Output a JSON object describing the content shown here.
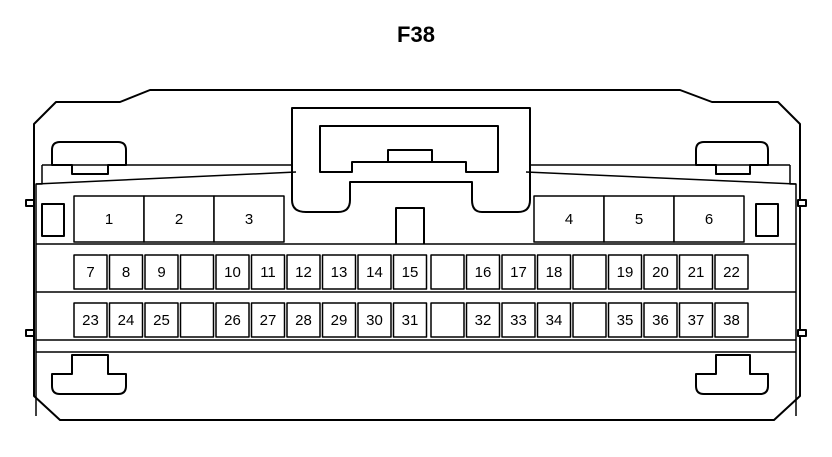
{
  "title": "F38",
  "large_row": [
    "1",
    "2",
    "3",
    "4",
    "5",
    "6"
  ],
  "row_mid": [
    "7",
    "8",
    "9",
    "10",
    "11",
    "12",
    "13",
    "14",
    "15",
    "16",
    "17",
    "18",
    "19",
    "20",
    "21",
    "22"
  ],
  "row_bottom": [
    "23",
    "24",
    "25",
    "26",
    "27",
    "28",
    "29",
    "30",
    "31",
    "32",
    "33",
    "34",
    "35",
    "36",
    "37",
    "38"
  ],
  "colors": {
    "line": "#000000",
    "background": "#ffffff"
  }
}
